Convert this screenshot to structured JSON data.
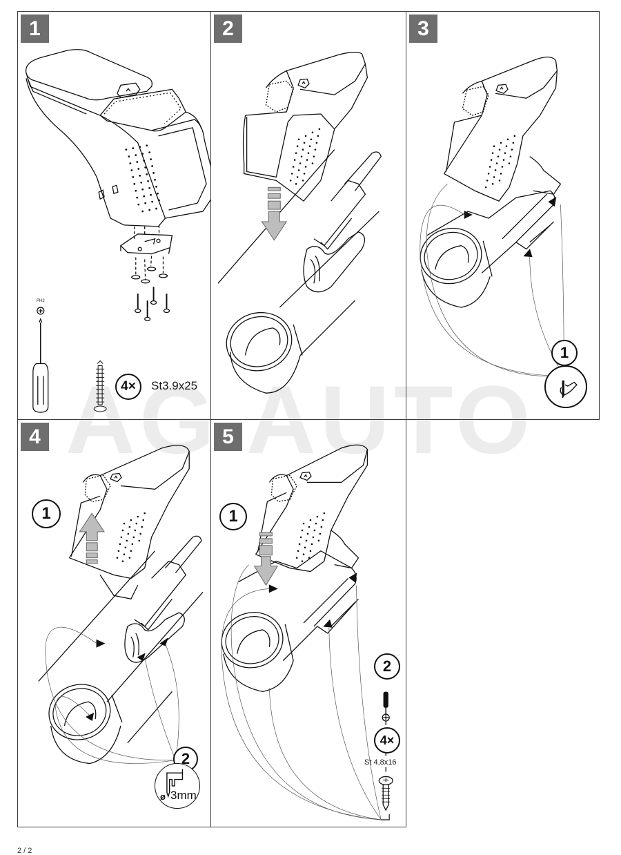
{
  "watermark": "AG AUTO",
  "page_number": "2 / 2",
  "colors": {
    "badge": "#6e6e6e",
    "arrow_fill": "#bdbdbd",
    "border": "#3a3a3a",
    "watermark": "#ececec"
  },
  "steps": [
    {
      "number": "1",
      "tool_label": "PH2",
      "tool_icon": "screwdriver-icon",
      "screw_count": "4×",
      "screw_spec": "St3.9x25"
    },
    {
      "number": "2",
      "action_icon": "arrow-down-icon"
    },
    {
      "number": "3",
      "callout": "1",
      "callout_icon": "hand-marking-icon"
    },
    {
      "number": "4",
      "callout_1": "1",
      "callout_2": "2",
      "drill_spec": "3mm",
      "diameter_symbol": "ø",
      "action_icon": "arrow-up-icon"
    },
    {
      "number": "5",
      "callout_1": "1",
      "callout_2": "2",
      "screw_count": "4×",
      "screw_spec": "St 4,8x16",
      "action_icon": "arrow-down-icon"
    }
  ]
}
